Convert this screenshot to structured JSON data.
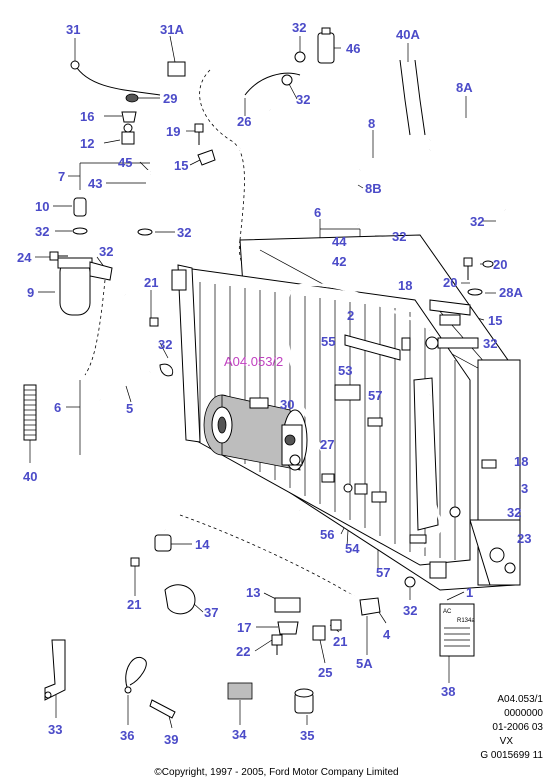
{
  "diagram": {
    "reference_tag": "A04.053/2",
    "callouts": {
      "c31": "31",
      "c31A": "31A",
      "c32a": "32",
      "c46": "46",
      "c40A": "40A",
      "c32b": "32",
      "c29": "29",
      "c16": "16",
      "c26": "26",
      "c19": "19",
      "c12": "12",
      "c8": "8",
      "c8A": "8A",
      "c45": "45",
      "c15a": "15",
      "c7": "7",
      "c43": "43",
      "c8B": "8B",
      "c10": "10",
      "c32c": "32",
      "c32d": "32",
      "c32e": "32",
      "c6a": "6",
      "c44": "44",
      "c32f": "32",
      "c24": "24",
      "c32g": "32",
      "c42": "42",
      "c20a": "20",
      "c20b": "20",
      "c21a": "21",
      "c18a": "18",
      "c28A": "28A",
      "c9": "9",
      "c15b": "15",
      "c2": "2",
      "c32h": "32",
      "c32i": "32",
      "c55": "55",
      "c53": "53",
      "c57a": "57",
      "c6b": "6",
      "c5": "5",
      "c30": "30",
      "c40": "40",
      "c27": "27",
      "c18b": "18",
      "c3": "3",
      "c32j": "32",
      "c56": "56",
      "c14": "14",
      "c54": "54",
      "c23": "23",
      "c57b": "57",
      "c1": "1",
      "c32k": "32",
      "c21b": "21",
      "c13": "13",
      "c37": "37",
      "c4": "4",
      "c17": "17",
      "c21c": "21",
      "c22": "22",
      "c25": "25",
      "c5A": "5A",
      "c38": "38",
      "c33": "33",
      "c36": "36",
      "c39": "39",
      "c34": "34",
      "c35": "35"
    },
    "label_plate": {
      "line1": "AC",
      "line2": "R134a"
    }
  },
  "info": {
    "line1": "A04.053/1",
    "line2": "0000000",
    "line3": "01-2006 03",
    "line4": "VX",
    "line5": "G 0015699 11"
  },
  "footer": {
    "copyright": "©Copyright, 1997 - 2005, Ford Motor Company Limited"
  },
  "colors": {
    "callout": "#4b4bc8",
    "reference_tag": "#c040c0"
  }
}
